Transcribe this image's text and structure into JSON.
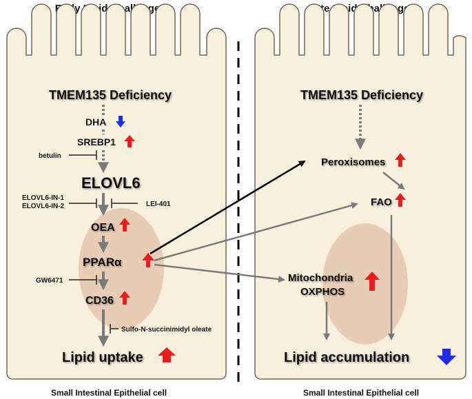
{
  "panels": {
    "left": {
      "title": "Early Lipid Challenge",
      "footer": "Small Intestinal Epithelial cell",
      "deficiency": "TMEM135 Deficiency",
      "dha": "DHA",
      "srebp1": "SREBP1",
      "elovl6": "ELOVL6",
      "oea": "OEA",
      "ppara": "PPARα",
      "cd36": "CD36",
      "uptake": "Lipid uptake",
      "inhibitors": {
        "betulin": "betulin",
        "elovl6_in_1": "ELOVL6-IN-1",
        "elovl6_in_2": "ELOVL6-IN-2",
        "lei401": "LEI-401",
        "gw6471": "GW6471",
        "sulfo": "Sulfo-N-succinimidyl oleate"
      }
    },
    "right": {
      "title": "Late Lipid Challenge",
      "footer": "Small Intestinal Epithelial cell",
      "deficiency": "TMEM135 Deficiency",
      "peroxisomes": "Peroxisomes",
      "fao": "FAO",
      "mitochondria": "Mitochondria",
      "oxphos": "OXPHOS",
      "accumulation": "Lipid accumulation"
    }
  },
  "colors": {
    "cell_fill": "#f8f0dc",
    "cell_stroke": "#6e6656",
    "nucleus_fill": "#e4c9b0",
    "arrow_gray": "#7a7a7a",
    "arrow_black": "#000000",
    "up_red": "#ee1c1c",
    "down_blue": "#1c2bee"
  }
}
